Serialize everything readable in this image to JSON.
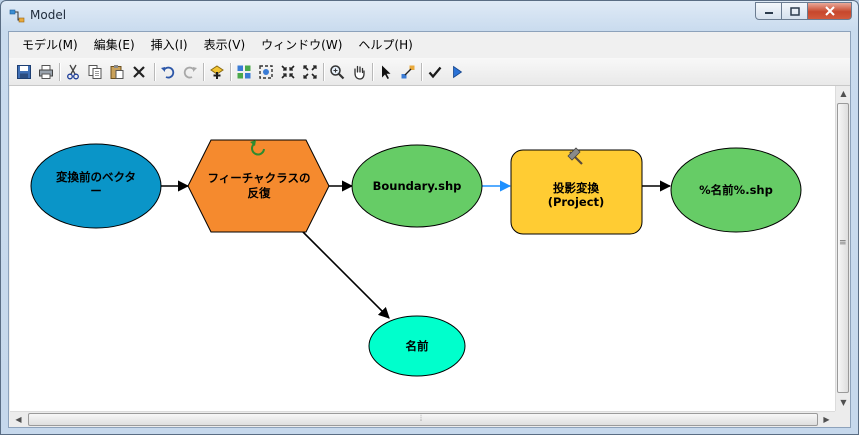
{
  "window": {
    "title": "Model"
  },
  "menu": [
    {
      "id": "model",
      "label": "モデル(M)"
    },
    {
      "id": "edit",
      "label": "編集(E)"
    },
    {
      "id": "insert",
      "label": "挿入(I)"
    },
    {
      "id": "view",
      "label": "表示(V)"
    },
    {
      "id": "window",
      "label": "ウィンドウ(W)"
    },
    {
      "id": "help",
      "label": "ヘルプ(H)"
    }
  ],
  "toolbar": [
    "save-icon",
    "print-icon",
    "cut-icon",
    "copy-icon",
    "paste-icon",
    "delete-icon",
    "undo-icon",
    "redo-icon",
    "add-data-icon",
    "auto-layout-icon",
    "full-extent-icon",
    "zoom-in-fixed-icon",
    "zoom-out-fixed-icon",
    "zoom-icon",
    "pan-icon",
    "select-icon",
    "connect-icon",
    "validate-icon",
    "run-icon"
  ],
  "model": {
    "nodes": {
      "input_vector": {
        "line1": "変換前のベクタ",
        "line2": "ー",
        "color": "#0a95c8"
      },
      "iterator": {
        "line1": "フィーチャクラスの",
        "line2": "反復",
        "color": "#f58a2e"
      },
      "boundary": {
        "label": "Boundary.shp",
        "color": "#66cc66"
      },
      "project": {
        "line1": "投影変換",
        "line2": "(Project)",
        "color": "#ffcc33"
      },
      "output": {
        "label": "%名前%.shp",
        "color": "#66cc66"
      },
      "name": {
        "label": "名前",
        "color": "#00ffcc"
      }
    },
    "colors": {
      "connector": "#000000",
      "input_connector": "#1e90ff"
    }
  },
  "scrollbars": {
    "vertical_grip": "≡",
    "horizontal_grip": "⦙"
  }
}
